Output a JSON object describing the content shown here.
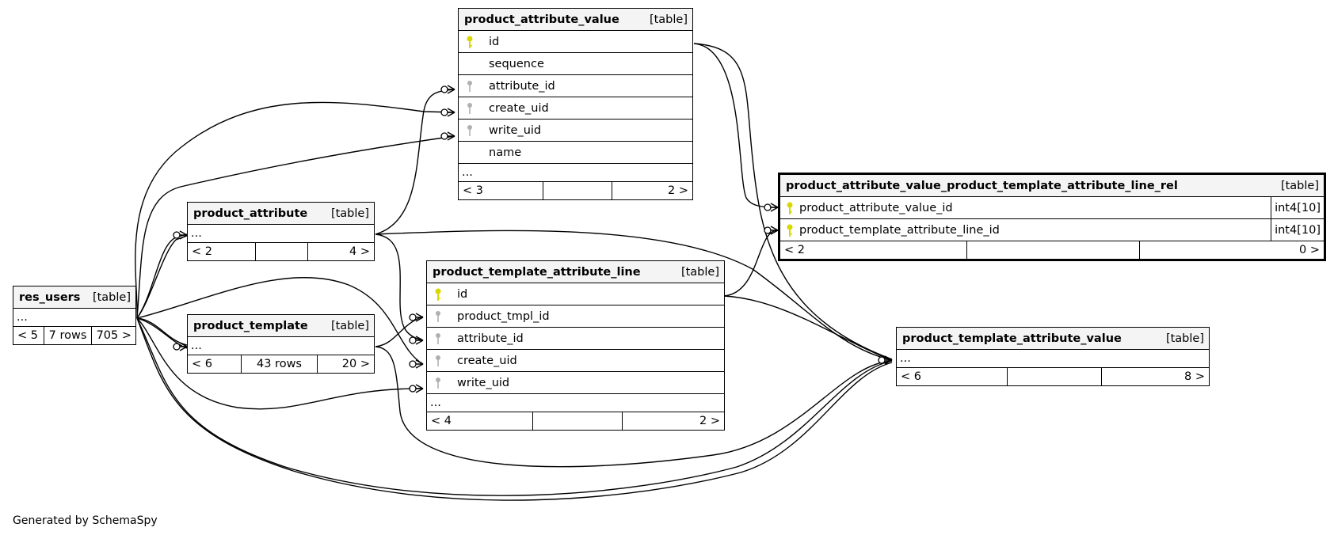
{
  "footer": {
    "generated": "Generated by SchemaSpy"
  },
  "colors": {
    "pk_key": "#d8d800",
    "fk_key": "#b0b0b0",
    "border": "#000000",
    "header_bg": "#f4f4f4"
  },
  "tables": {
    "pav": {
      "name": "product_attribute_value",
      "type": "[table]",
      "columns": [
        {
          "name": "id",
          "key": "primary-key-icon"
        },
        {
          "name": "sequence",
          "key": ""
        },
        {
          "name": "attribute_id",
          "key": "foreign-key-icon"
        },
        {
          "name": "create_uid",
          "key": "foreign-key-icon"
        },
        {
          "name": "write_uid",
          "key": "foreign-key-icon"
        },
        {
          "name": "name",
          "key": ""
        }
      ],
      "ellipsis": "...",
      "footer": {
        "left": "< 3",
        "mid": "",
        "right": "2 >"
      }
    },
    "rel": {
      "name": "product_attribute_value_product_template_attribute_line_rel",
      "type": "[table]",
      "columns": [
        {
          "name": "product_attribute_value_id",
          "key": "primary-key-icon",
          "dtype": "int4[10]"
        },
        {
          "name": "product_template_attribute_line_id",
          "key": "primary-key-icon",
          "dtype": "int4[10]"
        }
      ],
      "footer": {
        "left": "< 2",
        "mid": "",
        "right": "0 >"
      }
    },
    "pa": {
      "name": "product_attribute",
      "type": "[table]",
      "ellipsis": "...",
      "footer": {
        "left": "< 2",
        "mid": "",
        "right": "4 >"
      }
    },
    "ptal": {
      "name": "product_template_attribute_line",
      "type": "[table]",
      "columns": [
        {
          "name": "id",
          "key": "primary-key-icon"
        },
        {
          "name": "product_tmpl_id",
          "key": "foreign-key-icon"
        },
        {
          "name": "attribute_id",
          "key": "foreign-key-icon"
        },
        {
          "name": "create_uid",
          "key": "foreign-key-icon"
        },
        {
          "name": "write_uid",
          "key": "foreign-key-icon"
        }
      ],
      "ellipsis": "...",
      "footer": {
        "left": "< 4",
        "mid": "",
        "right": "2 >"
      }
    },
    "ru": {
      "name": "res_users",
      "type": "[table]",
      "ellipsis": "...",
      "footer": {
        "left": "< 5",
        "mid": "7 rows",
        "right": "705 >"
      }
    },
    "pt": {
      "name": "product_template",
      "type": "[table]",
      "ellipsis": "...",
      "footer": {
        "left": "< 6",
        "mid": "43 rows",
        "right": "20 >"
      }
    },
    "ptav": {
      "name": "product_template_attribute_value",
      "type": "[table]",
      "ellipsis": "...",
      "footer": {
        "left": "< 6",
        "mid": "",
        "right": "8 >"
      }
    }
  }
}
